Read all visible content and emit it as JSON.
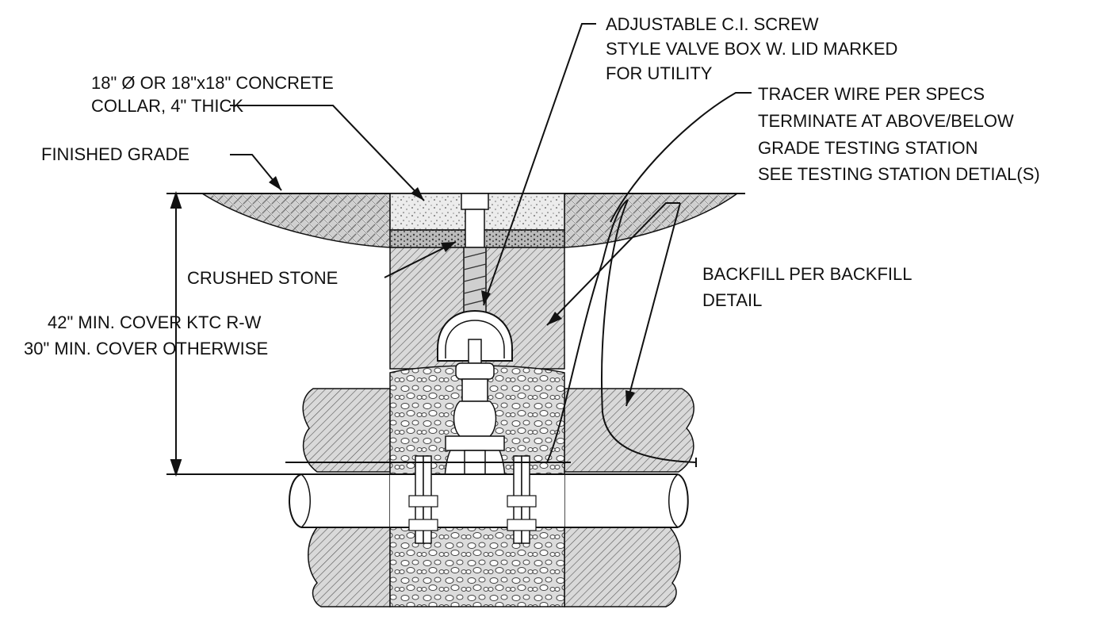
{
  "labels": {
    "valve_box": [
      "ADJUSTABLE C.I. SCREW",
      "STYLE VALVE BOX W. LID MARKED",
      "FOR UTILITY"
    ],
    "collar": [
      "18\" Ø OR 18\"x18\" CONCRETE",
      "COLLAR, 4\" THICK"
    ],
    "tracer": [
      "TRACER WIRE PER SPECS",
      "TERMINATE AT ABOVE/BELOW",
      "GRADE TESTING STATION",
      "SEE TESTING STATION DETIAL(S)"
    ],
    "finished_grade": "FINISHED GRADE",
    "crushed_stone": "CRUSHED STONE",
    "backfill": [
      "BACKFILL PER BACKFILL",
      "DETAIL"
    ],
    "cover": [
      "42\" MIN. COVER KTC R-W",
      "30\" MIN. COVER OTHERWISE"
    ]
  },
  "colors": {
    "line": "#111111",
    "hatch_fill": "#d9d9d9",
    "stone_fill": "#dcdcdc",
    "concrete_fill": "#ececec"
  }
}
